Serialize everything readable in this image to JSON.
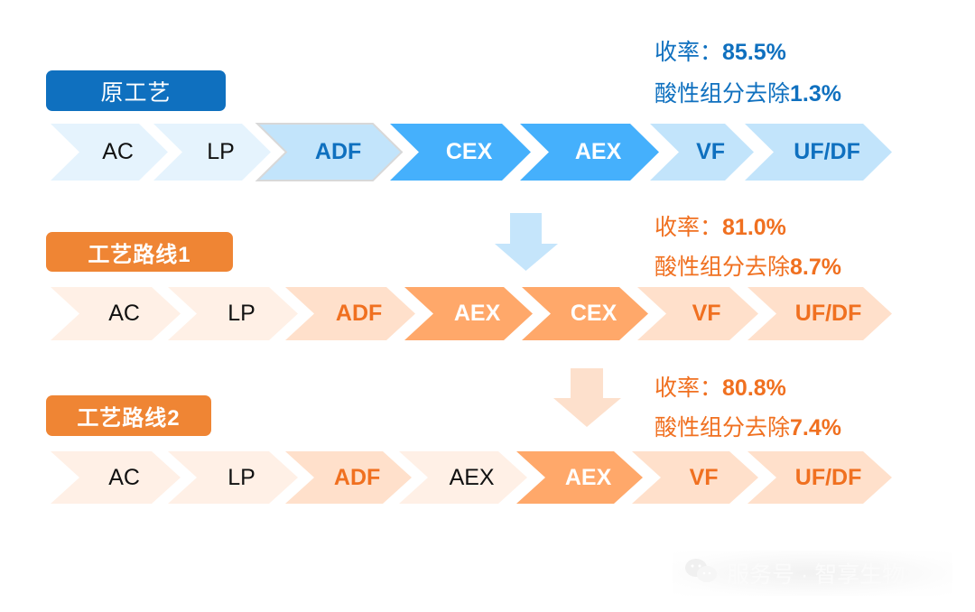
{
  "colors": {
    "blue_badge": "#0f70bf",
    "orange_badge": "#ef8534",
    "blue_text": "#0f70bf",
    "orange_text": "#f07020",
    "blue_light": "#e5f3fd",
    "blue_mid": "#c2e4fb",
    "blue_strong": "#45b0fc",
    "orange_light": "#fff0e6",
    "orange_mid": "#ffe0cb",
    "orange_strong": "#ffa86a",
    "arrow_blue": "#c5e5fb",
    "arrow_orange": "#fde0cc"
  },
  "routes": [
    {
      "name": "原工艺",
      "theme": "blue",
      "metrics": {
        "yield_label": "收率：",
        "yield_value": "85.5%",
        "acid_label": "酸性组分去除",
        "acid_value": "1.3%"
      },
      "steps": [
        {
          "label": "AC",
          "style": "light",
          "text": "black"
        },
        {
          "label": "LP",
          "style": "light",
          "text": "black"
        },
        {
          "label": "ADF",
          "style": "mid",
          "text": "accent"
        },
        {
          "label": "CEX",
          "style": "strong",
          "text": "white"
        },
        {
          "label": "AEX",
          "style": "strong",
          "text": "white"
        },
        {
          "label": "VF",
          "style": "mid",
          "text": "accent"
        },
        {
          "label": "UF/DF",
          "style": "mid",
          "text": "accent"
        }
      ]
    },
    {
      "name": "工艺路线1",
      "theme": "orange",
      "metrics": {
        "yield_label": "收率：",
        "yield_value": "81.0%",
        "acid_label": "酸性组分去除",
        "acid_value": "8.7%"
      },
      "steps": [
        {
          "label": "AC",
          "style": "light",
          "text": "black"
        },
        {
          "label": "LP",
          "style": "light",
          "text": "black"
        },
        {
          "label": "ADF",
          "style": "mid",
          "text": "accent"
        },
        {
          "label": "AEX",
          "style": "strong",
          "text": "white"
        },
        {
          "label": "CEX",
          "style": "strong",
          "text": "white"
        },
        {
          "label": "VF",
          "style": "mid",
          "text": "accent"
        },
        {
          "label": "UF/DF",
          "style": "mid",
          "text": "accent"
        }
      ]
    },
    {
      "name": "工艺路线2",
      "theme": "orange",
      "metrics": {
        "yield_label": "收率：",
        "yield_value": "80.8%",
        "acid_label": "酸性组分去除",
        "acid_value": "7.4%"
      },
      "steps": [
        {
          "label": "AC",
          "style": "light",
          "text": "black"
        },
        {
          "label": "LP",
          "style": "light",
          "text": "black"
        },
        {
          "label": "ADF",
          "style": "mid",
          "text": "accent"
        },
        {
          "label": "AEX",
          "style": "light",
          "text": "black"
        },
        {
          "label": "AEX",
          "style": "strong",
          "text": "white"
        },
        {
          "label": "VF",
          "style": "mid",
          "text": "accent"
        },
        {
          "label": "UF/DF",
          "style": "mid",
          "text": "accent"
        }
      ]
    }
  ],
  "transition_arrows": [
    {
      "from": "原工艺",
      "to": "工艺路线1",
      "color": "blue",
      "icon": "down-arrow-icon"
    },
    {
      "from": "工艺路线1",
      "to": "工艺路线2",
      "color": "orange",
      "icon": "down-arrow-icon"
    }
  ],
  "watermark": {
    "icon": "wechat-icon",
    "text": "服务号 · 智享生物"
  }
}
